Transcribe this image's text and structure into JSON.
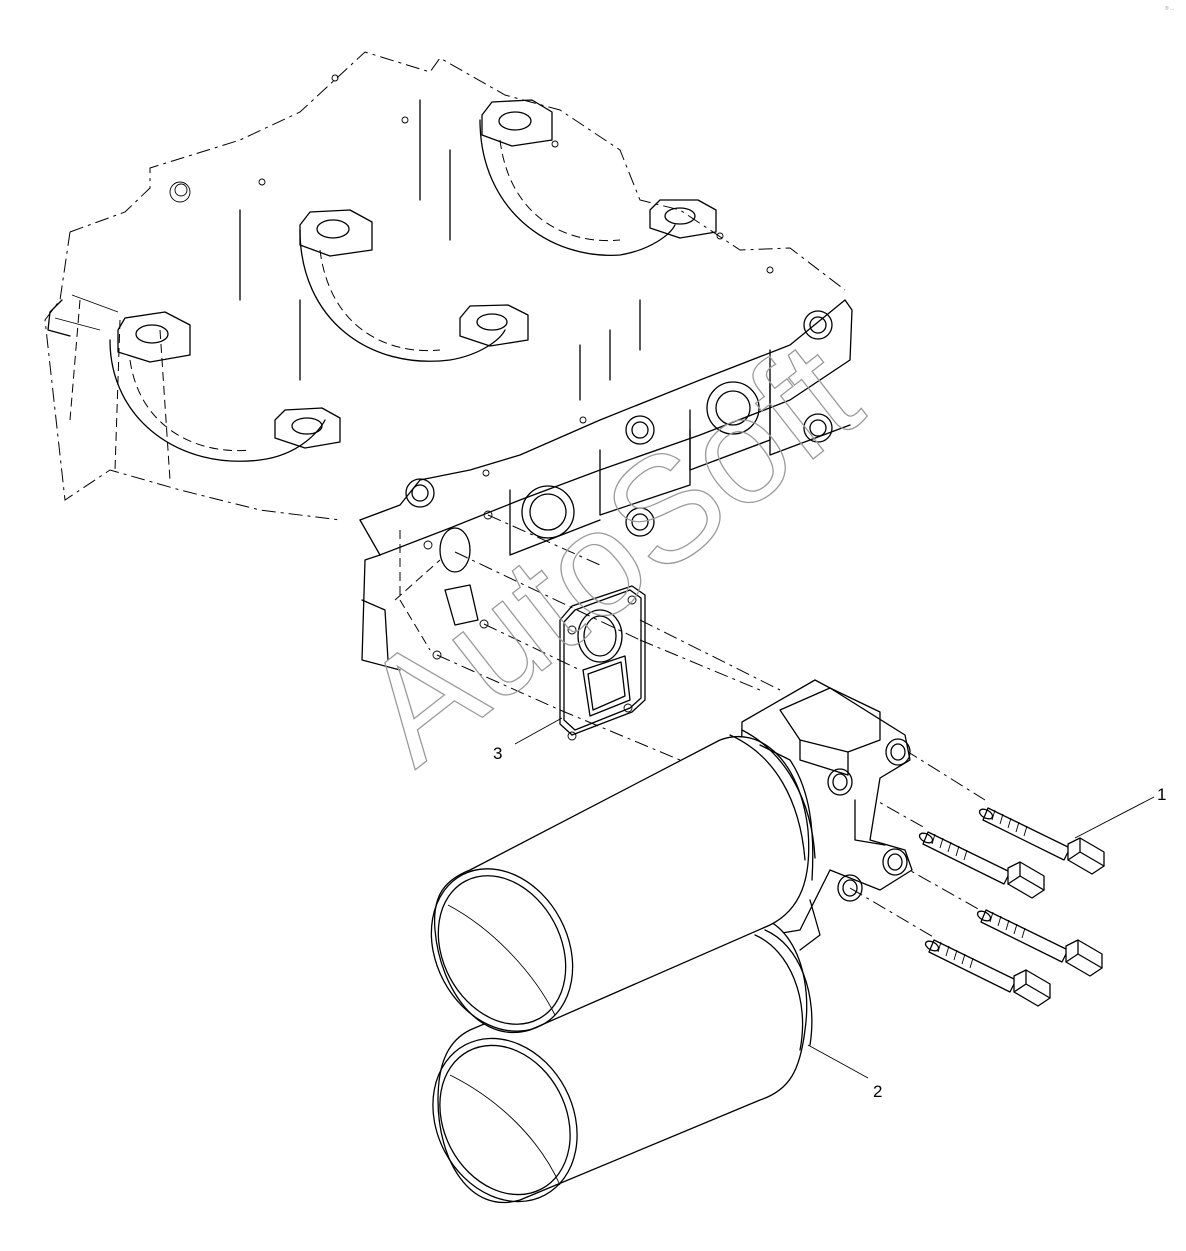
{
  "watermark": "AutoSoft",
  "corner_mark": "® ...",
  "callouts": [
    {
      "id": "1",
      "label": "1"
    },
    {
      "id": "2",
      "label": "2"
    },
    {
      "id": "3",
      "label": "3"
    }
  ],
  "colors": {
    "line": "#000000",
    "watermark": "#9a9a9a",
    "background": "#ffffff"
  }
}
